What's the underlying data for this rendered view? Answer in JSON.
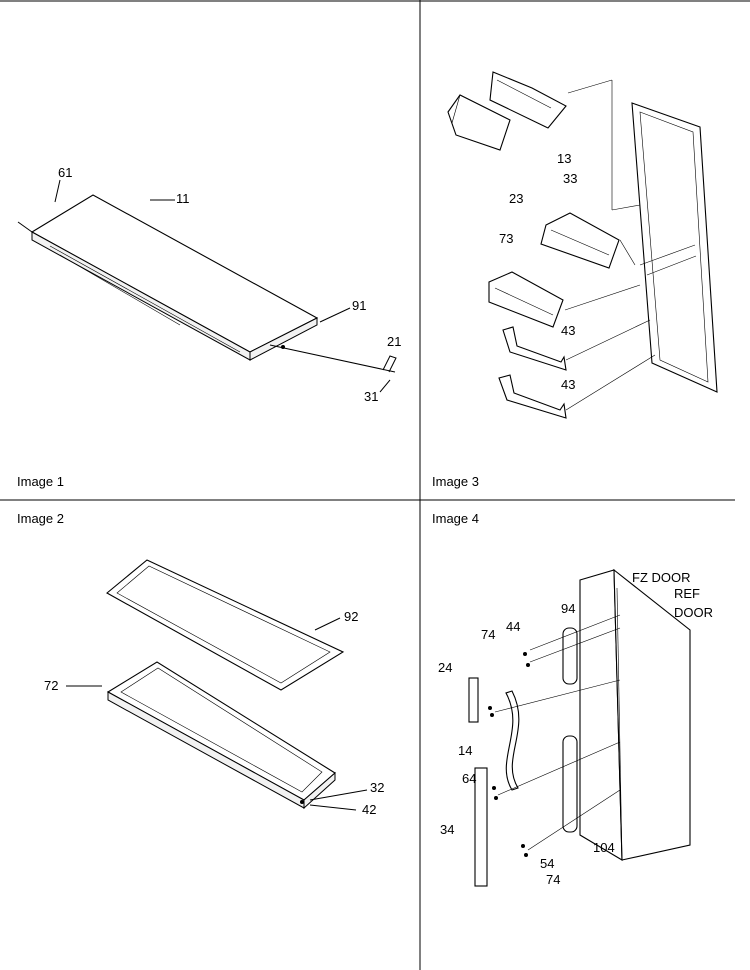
{
  "panels": [
    {
      "label": "Image 1",
      "callouts": [
        "61",
        "11",
        "91",
        "21",
        "31"
      ]
    },
    {
      "label": "Image 2",
      "callouts": [
        "92",
        "72",
        "32",
        "42"
      ]
    },
    {
      "label": "Image 3",
      "callouts": [
        "13",
        "23",
        "33",
        "73",
        "43",
        "43"
      ]
    },
    {
      "label": "Image 4",
      "callouts": [
        "FZ DOOR",
        "REF",
        "DOOR",
        "94",
        "44",
        "74",
        "24",
        "14",
        "64",
        "34",
        "54",
        "74",
        "104"
      ]
    }
  ]
}
